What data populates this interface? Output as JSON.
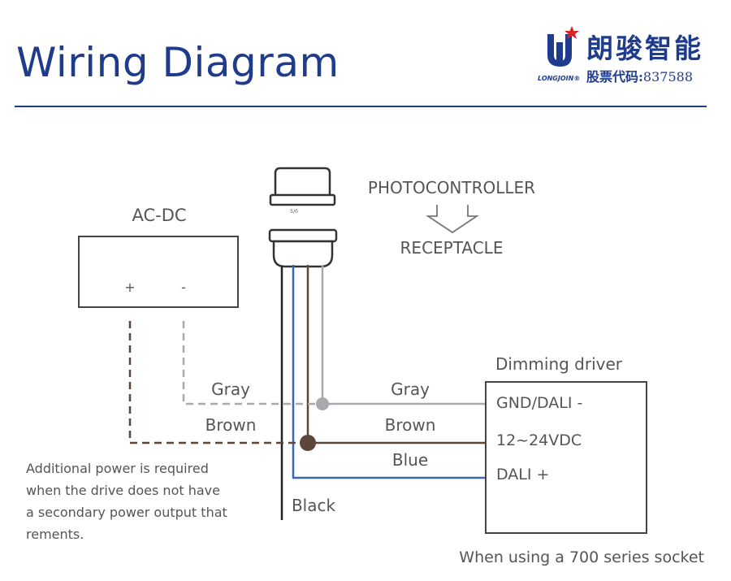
{
  "header": {
    "title": "Wiring Diagram",
    "brand_cn": "朗骏智能",
    "brand_en": "LONGJOIN®",
    "stock_label": "股票代码:",
    "stock_code": "837588"
  },
  "diagram": {
    "acdc_label": "AC-DC",
    "acdc_plus": "+",
    "acdc_minus": "-",
    "photocontroller_label": "PHOTOCONTROLLER",
    "receptacle_label": "RECEPTACLE",
    "photocell_mark": "5/0",
    "driver_title": "Dimming driver",
    "driver_terminals": [
      "GND/DALI -",
      "12~24VDC",
      "DALI +"
    ],
    "wire_labels": {
      "gray_left": "Gray",
      "brown_left": "Brown",
      "gray_right": "Gray",
      "brown_right": "Brown",
      "blue": "Blue",
      "black": "Black"
    },
    "note_lines": [
      "Additional power is required",
      "when the drive does not have",
      "a secondary power output that",
      "rements."
    ],
    "footer_note": "When using a 700 series socket"
  },
  "colors": {
    "title_blue": "#1f3c8c",
    "wire_gray": "#a7a9ac",
    "wire_brown": "#5b4638",
    "wire_blue": "#3a67b1",
    "wire_black": "#222222",
    "logo_red": "#d7262a"
  }
}
